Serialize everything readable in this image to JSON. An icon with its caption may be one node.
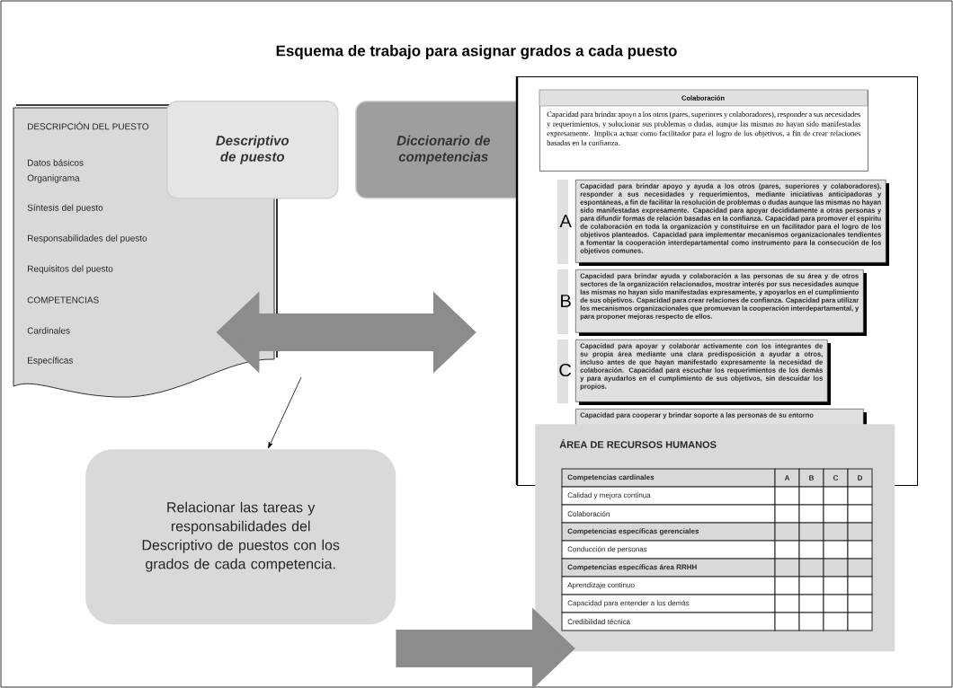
{
  "diagram": {
    "title": "Esquema de trabajo para asignar grados a cada puesto",
    "nodes": [
      {
        "text": [
          "DESCRIPCIÓN DEL PUESTO",
          "Datos básicos",
          "Organigrama",
          "Síntesis del puesto",
          "Responsabilidades del puesto",
          "Requisitos del puesto",
          "COMPETENCIAS",
          "Cardinales",
          "Específicas"
        ]
      },
      {
        "text": [
          "Descriptivo de puesto"
        ]
      },
      {
        "text": [
          "Diccionario de competencias"
        ]
      },
      {
        "text": [],
        "shape": "box"
      },
      {
        "text": [
          "Colaboración",
          "Capacidad para brindar apoyo a los otros (pares, superiores y colaboradores), responder a sus necesidades y requerimientos, y solucionar sus problemas o dudas, aunque las mismas no hayan sido manifestadas expresamente. Implica actuar como facilitador para el logro de los objetivos, a fin de crear relaciones basadas en la confianza."
        ],
        "in": 3
      },
      {
        "text": [
          "Capacidad para brindar apoyo y ayuda a los otros (pares, superiores y colaboradores), responder a sus necesidades y requerimientos, mediante iniciativas anticipadoras y espontáneas, a fin de facilitar la resolución de problemas o dudas aunque las mismas no hayan sido manifestadas expresamente. Capacidad para apoyar decididamente a otras personas y para difundir formas de relación basadas en la confianza. Capacidad para promover el espíritu de colaboración en toda la organización y constituirse en un facilitador para el logro de los objetivos planteados. Capacidad para implementar mecanismos organizacionales tendientes a fomentar la cooperación interdepartamental como instrumento para la consecución de los objetivos comunes."
        ],
        "beside": [
          "A"
        ],
        "in": 3
      },
      {
        "text": [
          "Capacidad para brindar ayuda y colaboración a las personas de su área y de otros sectores de la organización relacionados, mostrar interés por sus necesidades aunque las mismas no hayan sido manifestadas expresamente, y apoyarlos en el cumplimiento de sus objetivos. Capacidad para crear relaciones de confianza. Capacidad para utilizar los mecanismos organizacionales que promuevan la cooperación interdepartamental, y para proponer mejoras respecto de ellos."
        ],
        "beside": [
          "B"
        ],
        "in": 3
      },
      {
        "text": [
          "Capacidad para apoyar y colaborar activamente con los integrantes de su propia área mediante una clara predisposición a ayudar a otros, incluso antes de que hayan manifestado expresamente la necesidad de colaboración. Capacidad para escuchar los requerimientos de los demás y para ayudarlos en el cumplimiento de sus objetivos, sin descuidar los propios."
        ],
        "beside": [
          "C"
        ],
        "in": 3
      },
      {
        "text": [
          "Capacidad para cooperar y brindar soporte a las personas de su entorno"
        ],
        "in": 3
      },
      {
        "text": [
          "Relacionar las tareas y responsabilidades del Descriptivo de puestos con los grados de cada competencia."
        ]
      },
      {
        "text": [
          "ÁREA DE RECURSOS HUMANOS"
        ]
      }
    ],
    "edges": [
      {
        "from": 0,
        "to": 3,
        "arrow": "both",
        "color": "#8c8c8c"
      },
      {
        "from": null,
        "to": 9,
        "arrow": "to",
        "color": "#000000"
      },
      {
        "from": 9,
        "to": 10,
        "arrow": "to",
        "color": "#8c8c8c"
      }
    ],
    "labels": [
      "Competencias cardinales",
      "A",
      "B",
      "C",
      "D",
      "Calidad y mejora continua",
      "Colaboración",
      "Competencias específicas gerenciales",
      "Conducción de personas",
      "Competencias específicas área RRHH",
      "Aprendizaje continuo",
      "Capacidad para entender a los demás",
      "Credibilidad técnica"
    ]
  }
}
